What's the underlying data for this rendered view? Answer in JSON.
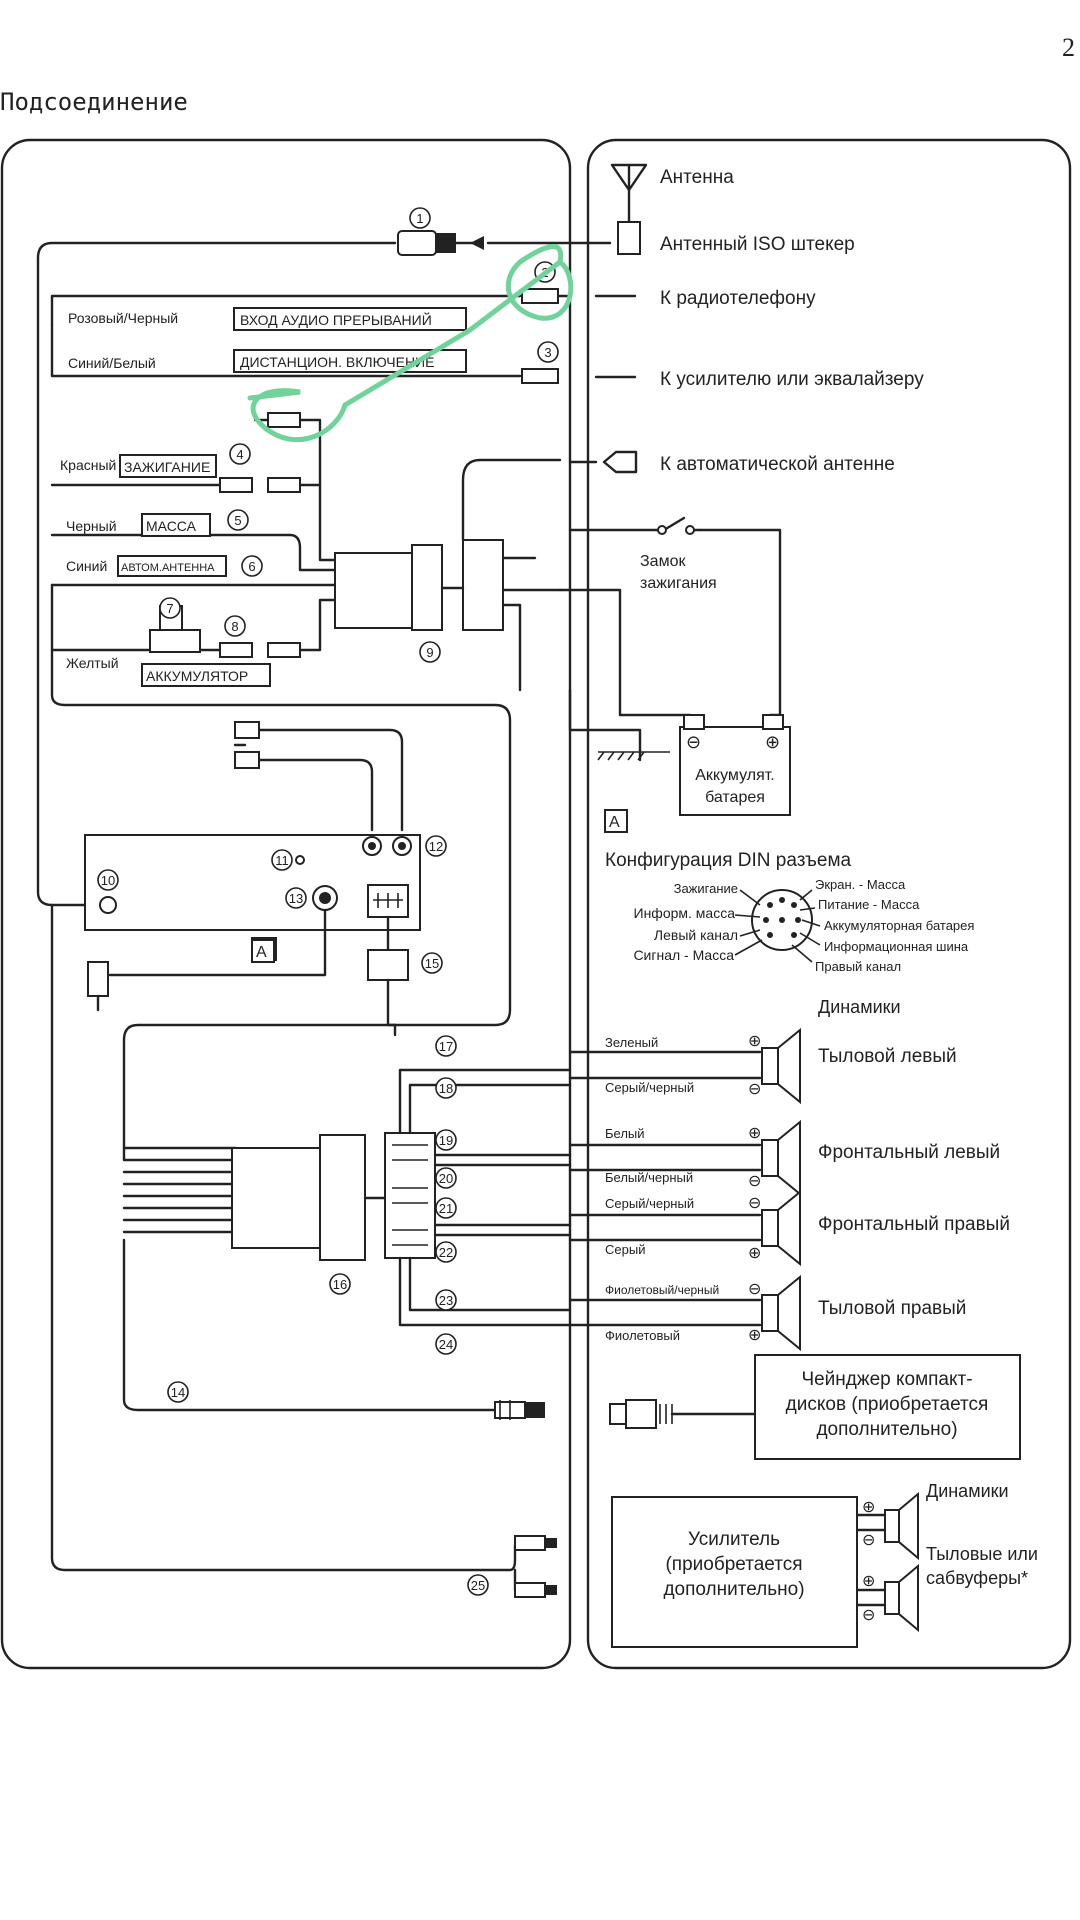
{
  "page": {
    "number": "2",
    "title": "Подсоединение"
  },
  "left": {
    "wires": {
      "pink_black": "Розовый/Черный",
      "blue_white": "Синий/Белый",
      "red": "Красный",
      "black": "Черный",
      "blue": "Синий",
      "yellow": "Желтый"
    },
    "tags": {
      "audio_interrupt": "ВХОД АУДИО ПРЕРЫВАНИЙ",
      "remote_on": "ДИСТАНЦИОН. ВКЛЮЧЕНИЕ",
      "ignition": "ЗАЖИГАНИЕ",
      "ground": "МАССА",
      "auto_antenna": "АВТОМ.АНТЕННА",
      "battery": "АККУМУЛЯТОР"
    },
    "numbers": [
      "1",
      "2",
      "3",
      "4",
      "5",
      "6",
      "7",
      "8",
      "9",
      "10",
      "11",
      "12",
      "13",
      "14",
      "15",
      "16",
      "17",
      "18",
      "19",
      "20",
      "21",
      "22",
      "23",
      "24",
      "25"
    ],
    "din_marker": "A"
  },
  "right": {
    "antenna": "Антенна",
    "antenna_iso": "Антенный ISO штекер",
    "to_phone": "К радиотелефону",
    "to_amp": "К усилителю или эквалайзеру",
    "to_auto_antenna": "К автоматической антенне",
    "ignition_lock": [
      "Замок",
      "зажигания"
    ],
    "battery": [
      "Аккумулят.",
      "батарея"
    ],
    "battery_minus": "⊖",
    "battery_plus": "⊕",
    "din": {
      "marker": "A",
      "title": "Конфигурация DIN разъема",
      "left_labels": [
        "Зажигание",
        "Информ. масса",
        "Левый канал",
        "Сигнал - Масса"
      ],
      "right_labels": [
        "Экран. - Масса",
        "Питание - Масса",
        "Аккумуляторная батарея",
        "Информационная шина",
        "Правый канал"
      ]
    },
    "speakers_title": "Динамики",
    "speakers": [
      {
        "plus_wire": "Зеленый",
        "minus_wire": "Серый/черный",
        "name": "Тыловой левый"
      },
      {
        "plus_wire": "Белый",
        "minus_wire": "Белый/черный",
        "name": "Фронтальный левый"
      },
      {
        "plus_wire": "Серый",
        "minus_wire": "Серый/черный",
        "name": "Фронтальный правый"
      },
      {
        "plus_wire": "Фиолетовый",
        "minus_wire": "Фиолетовый/черный",
        "name": "Тыловой правый"
      }
    ],
    "changer": [
      "Чейнджер компакт-",
      "дисков (приобретается",
      "дополнительно)"
    ],
    "amplifier": [
      "Усилитель",
      "(приобретается",
      "дополнительно)"
    ],
    "amp_speakers_title": "Динамики",
    "amp_speakers_note": [
      "Тыловые или",
      "сабвуферы*"
    ]
  },
  "colors": {
    "ink": "#222222",
    "highlight": "#6fd39a",
    "paper": "#ffffff"
  }
}
